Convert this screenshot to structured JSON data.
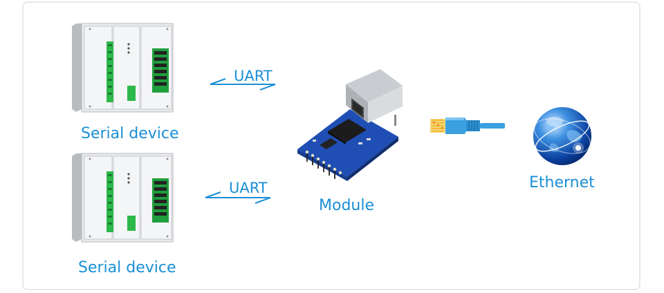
{
  "diagram": {
    "devices": [
      {
        "label": "Serial device"
      },
      {
        "label": "Serial device"
      }
    ],
    "links": [
      {
        "label": "UART"
      },
      {
        "label": "UART"
      }
    ],
    "module": {
      "label": "Module"
    },
    "network": {
      "label": "Ethernet"
    }
  },
  "colors": {
    "accent": "#1a8fd6",
    "pcb": "#1f4fb5",
    "cable": "#3aa0e0",
    "terminal": "#2db84a"
  }
}
